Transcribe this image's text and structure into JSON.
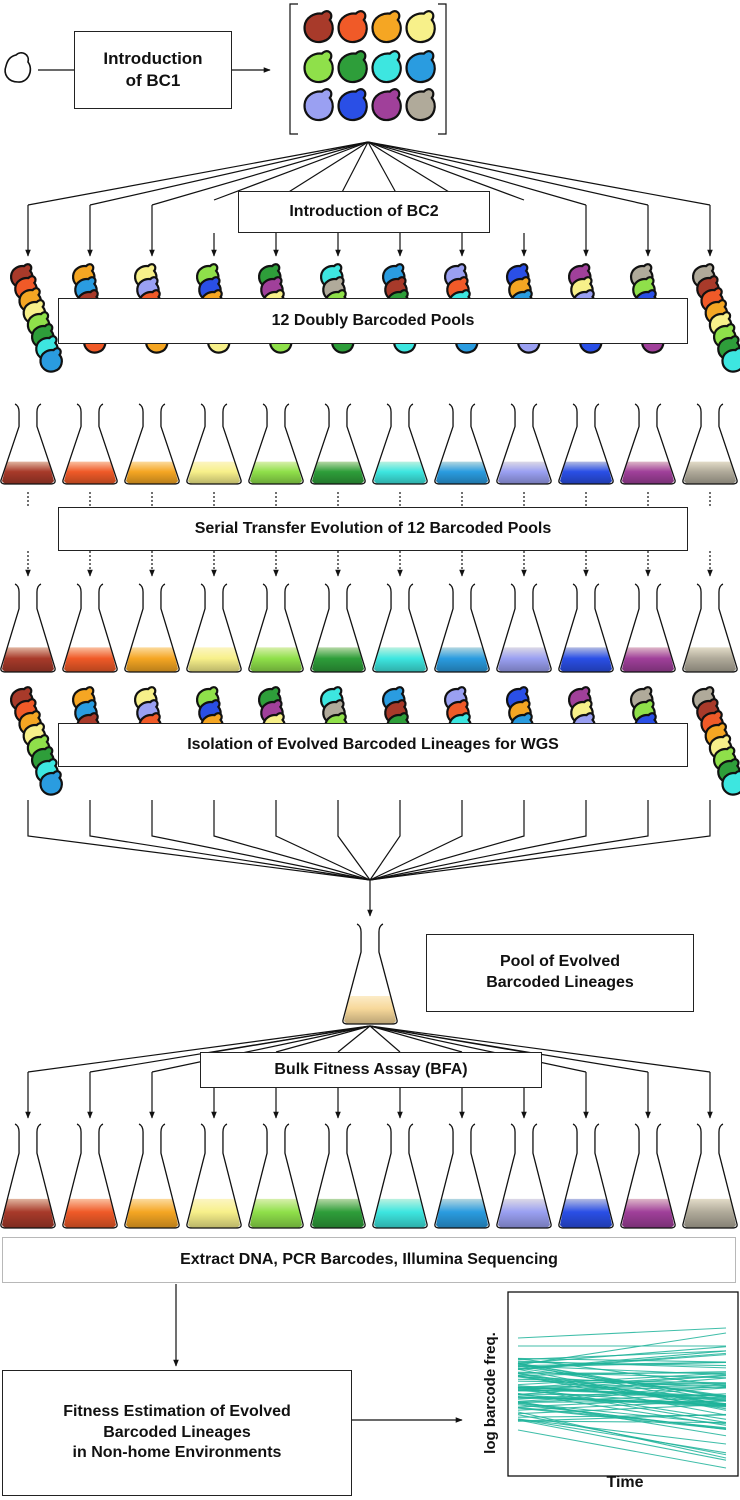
{
  "steps": {
    "bc1": "Introduction\nof BC1",
    "bc2": "Introduction of BC2",
    "pools": "12 Doubly Barcoded Pools",
    "evolution": "Serial Transfer Evolution of 12 Barcoded Pools",
    "isolation": "Isolation of Evolved Barcoded Lineages for WGS",
    "pool_lineages": "Pool of Evolved\nBarcoded Lineages",
    "bfa": "Bulk Fitness Assay (BFA)",
    "sequencing": "Extract DNA, PCR Barcodes, Illumina Sequencing",
    "fitness": "Fitness Estimation of Evolved\nBarcoded Lineages\nin Non-home Environments"
  },
  "plot": {
    "ylabel": "log barcode freq.",
    "xlabel": "Time",
    "line_color": "#1fb39a"
  },
  "colors": {
    "lineages": [
      "#a83a2a",
      "#f05a28",
      "#f5a623",
      "#f7f08a",
      "#8fe04a",
      "#2e9e3a",
      "#3de6e0",
      "#2a9ce0",
      "#9aa0f2",
      "#2a4fe6",
      "#a0409a",
      "#b0aa9a"
    ],
    "pool_flask": "#f7d89a"
  },
  "icons": {
    "yeast": "yeast-cell-icon",
    "flask": "flask-icon"
  }
}
